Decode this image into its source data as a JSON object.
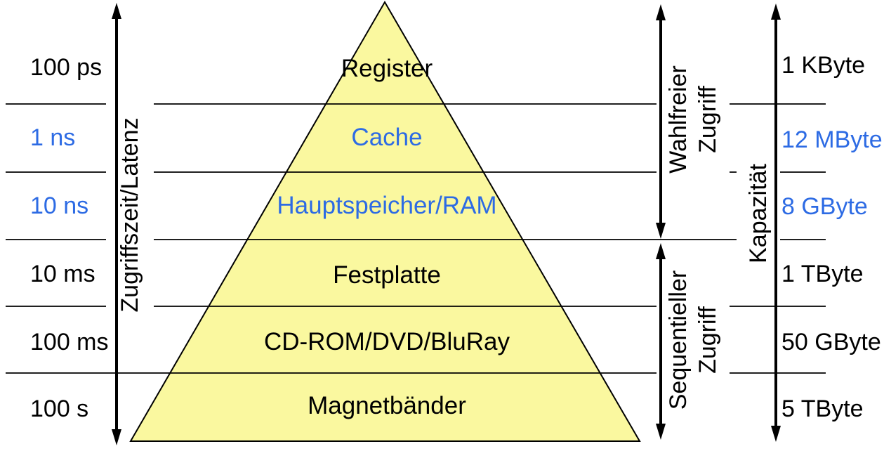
{
  "colors": {
    "background": "#ffffff",
    "pyramid_fill": "#faf89f",
    "pyramid_stroke": "#000000",
    "separator_line": "#000000",
    "arrow_color": "#000000",
    "text_color": "#000000",
    "highlight_blue": "#2d6be4"
  },
  "axes": {
    "latency_label": "Zugriffszeit/Latenz",
    "capacity_label": "Kapazität",
    "random_access": {
      "line1": "Wahlfreier",
      "line2": "Zugriff"
    },
    "sequential_access": {
      "line1": "Sequentieller",
      "line2": "Zugriff"
    }
  },
  "levels": [
    {
      "name": "Register",
      "latency": "100 ps",
      "capacity": "1 KByte",
      "highlight": false
    },
    {
      "name": "Cache",
      "latency": "1 ns",
      "capacity": "12 MByte",
      "highlight": true
    },
    {
      "name": "Hauptspeicher/RAM",
      "latency": "10 ns",
      "capacity": "8 GByte",
      "highlight": true
    },
    {
      "name": "Festplatte",
      "latency": "10 ms",
      "capacity": "1 TByte",
      "highlight": false
    },
    {
      "name": "CD-ROM/DVD/BluRay",
      "latency": "100 ms",
      "capacity": "50 GByte",
      "highlight": false
    },
    {
      "name": "Magnetbänder",
      "latency": "100 s",
      "capacity": "5 TByte",
      "highlight": false
    }
  ]
}
